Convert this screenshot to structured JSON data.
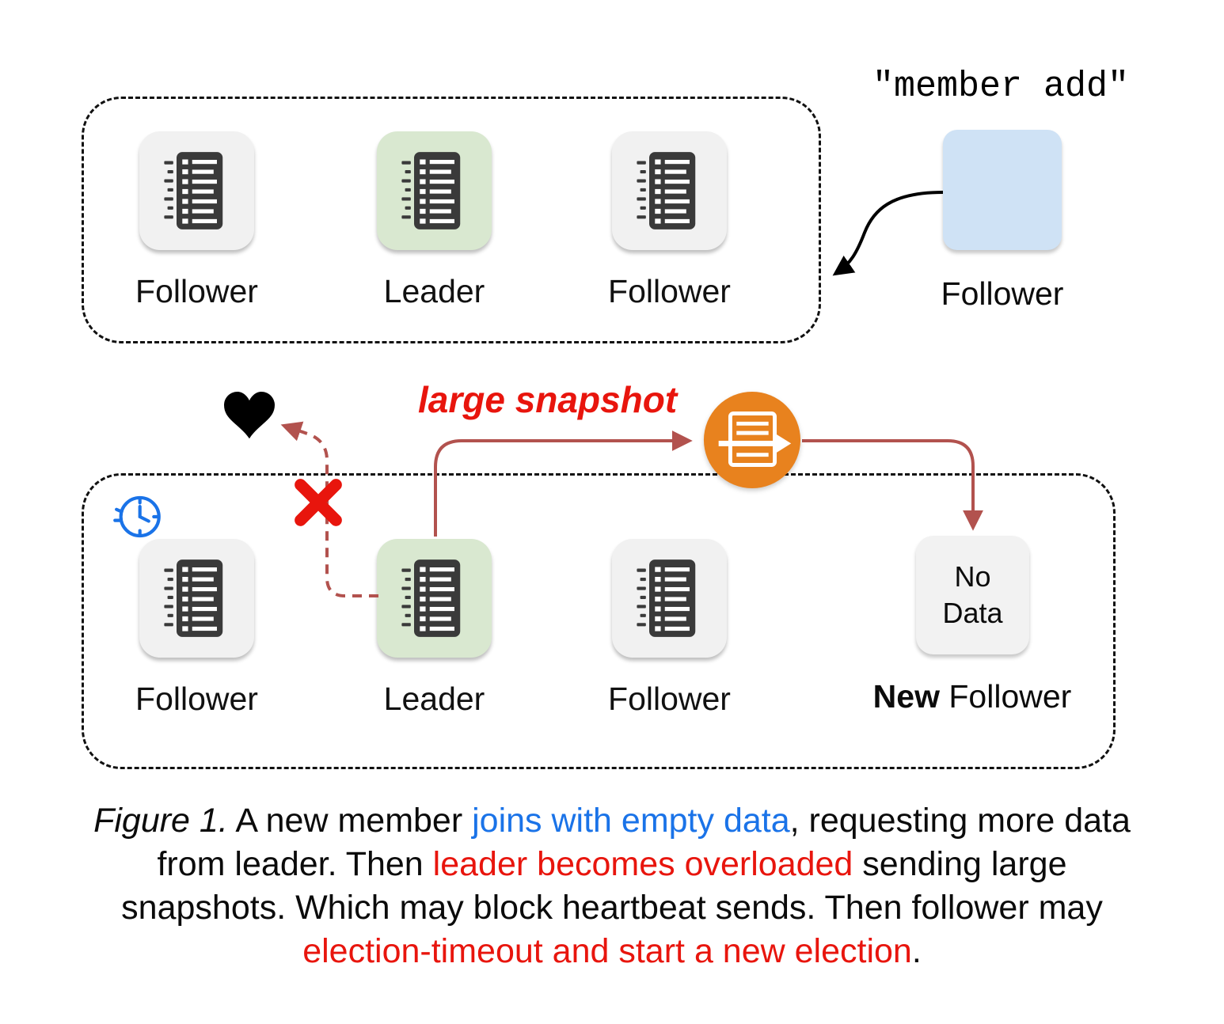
{
  "figure": {
    "member_add_label": "\"member add\"",
    "top_cluster": {
      "nodes": [
        {
          "label": "Follower"
        },
        {
          "label": "Leader"
        },
        {
          "label": "Follower"
        }
      ]
    },
    "new_member": {
      "label": "Follower"
    },
    "bottom_cluster": {
      "nodes": [
        {
          "label": "Follower"
        },
        {
          "label": "Leader"
        },
        {
          "label": "Follower"
        }
      ],
      "new_follower": {
        "box_text": "No Data",
        "label_bold": "New",
        "label_rest": " Follower"
      }
    },
    "annotations": {
      "large_snapshot": "large snapshot"
    }
  },
  "caption": {
    "lines": [
      {
        "parts": [
          {
            "text": "Figure 1."
          },
          {
            "text": " A new member "
          },
          {
            "text": "joins with empty data"
          },
          {
            "text": ", requesting more data"
          }
        ]
      },
      {
        "parts": [
          {
            "text": "from leader. Then "
          },
          {
            "text": "leader becomes overloaded"
          },
          {
            "text": " sending large"
          }
        ]
      },
      {
        "parts": [
          {
            "text": "snapshots. Which may block heartbeat sends. Then follower may"
          }
        ]
      },
      {
        "parts": [
          {
            "text": "election-timeout and start a new election"
          },
          {
            "text": "."
          }
        ]
      }
    ]
  },
  "colors": {
    "leader_bg": "#d9e8d0",
    "follower_bg": "#f1f1f1",
    "new_member_bg": "#cfe2f5",
    "no_data_bg": "#f2f2f2",
    "accent_red": "#e8150d",
    "arrow_red": "#b2524e",
    "link_blue": "#1a73e8",
    "snapshot_orange": "#e8821e",
    "clock_blue": "#1a73e8",
    "node_glyph": "#3a3a3a"
  }
}
